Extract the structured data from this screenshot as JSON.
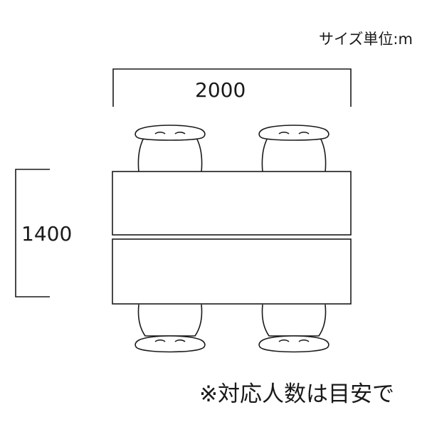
{
  "labels": {
    "unit": "サイズ単位:m",
    "width": "2000",
    "depth": "1400",
    "note": "※対応人数は目安で"
  }
}
